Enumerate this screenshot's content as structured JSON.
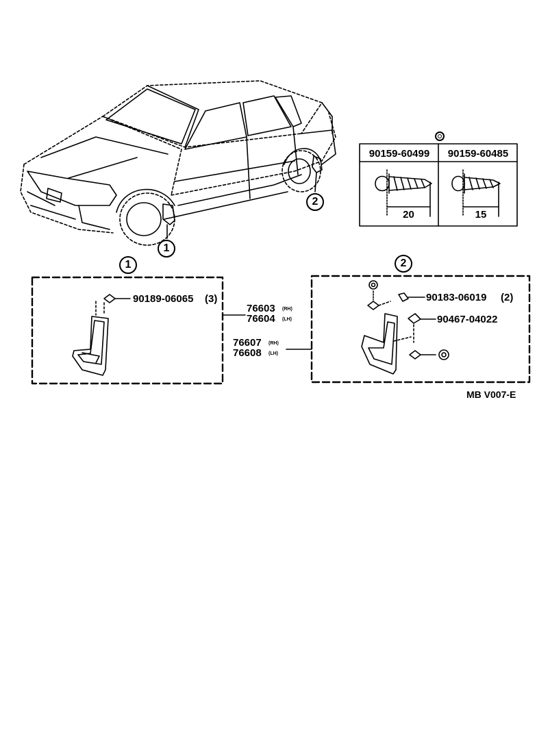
{
  "callouts": {
    "front": "1",
    "rear": "2"
  },
  "fastener_table": {
    "col1_part": "90159-60499",
    "col1_length": "20",
    "col2_part": "90159-60485",
    "col2_length": "15"
  },
  "box1": {
    "heading": "1",
    "screw_part": "90189-06065",
    "screw_qty": "(3)"
  },
  "box2": {
    "heading": "2",
    "clip_part": "90183-06019",
    "clip_qty": "(2)",
    "nut_part": "90467-04022"
  },
  "mudguard_parts": {
    "front_rh": "76603",
    "front_rh_side": "(RH)",
    "front_lh": "76604",
    "front_lh_side": "(LH)",
    "rear_rh": "76607",
    "rear_rh_side": "(RH)",
    "rear_lh": "76608",
    "rear_lh_side": "(LH)"
  },
  "figure_code": "MB V007-E",
  "colors": {
    "ink": "#000000",
    "paper": "#ffffff"
  }
}
